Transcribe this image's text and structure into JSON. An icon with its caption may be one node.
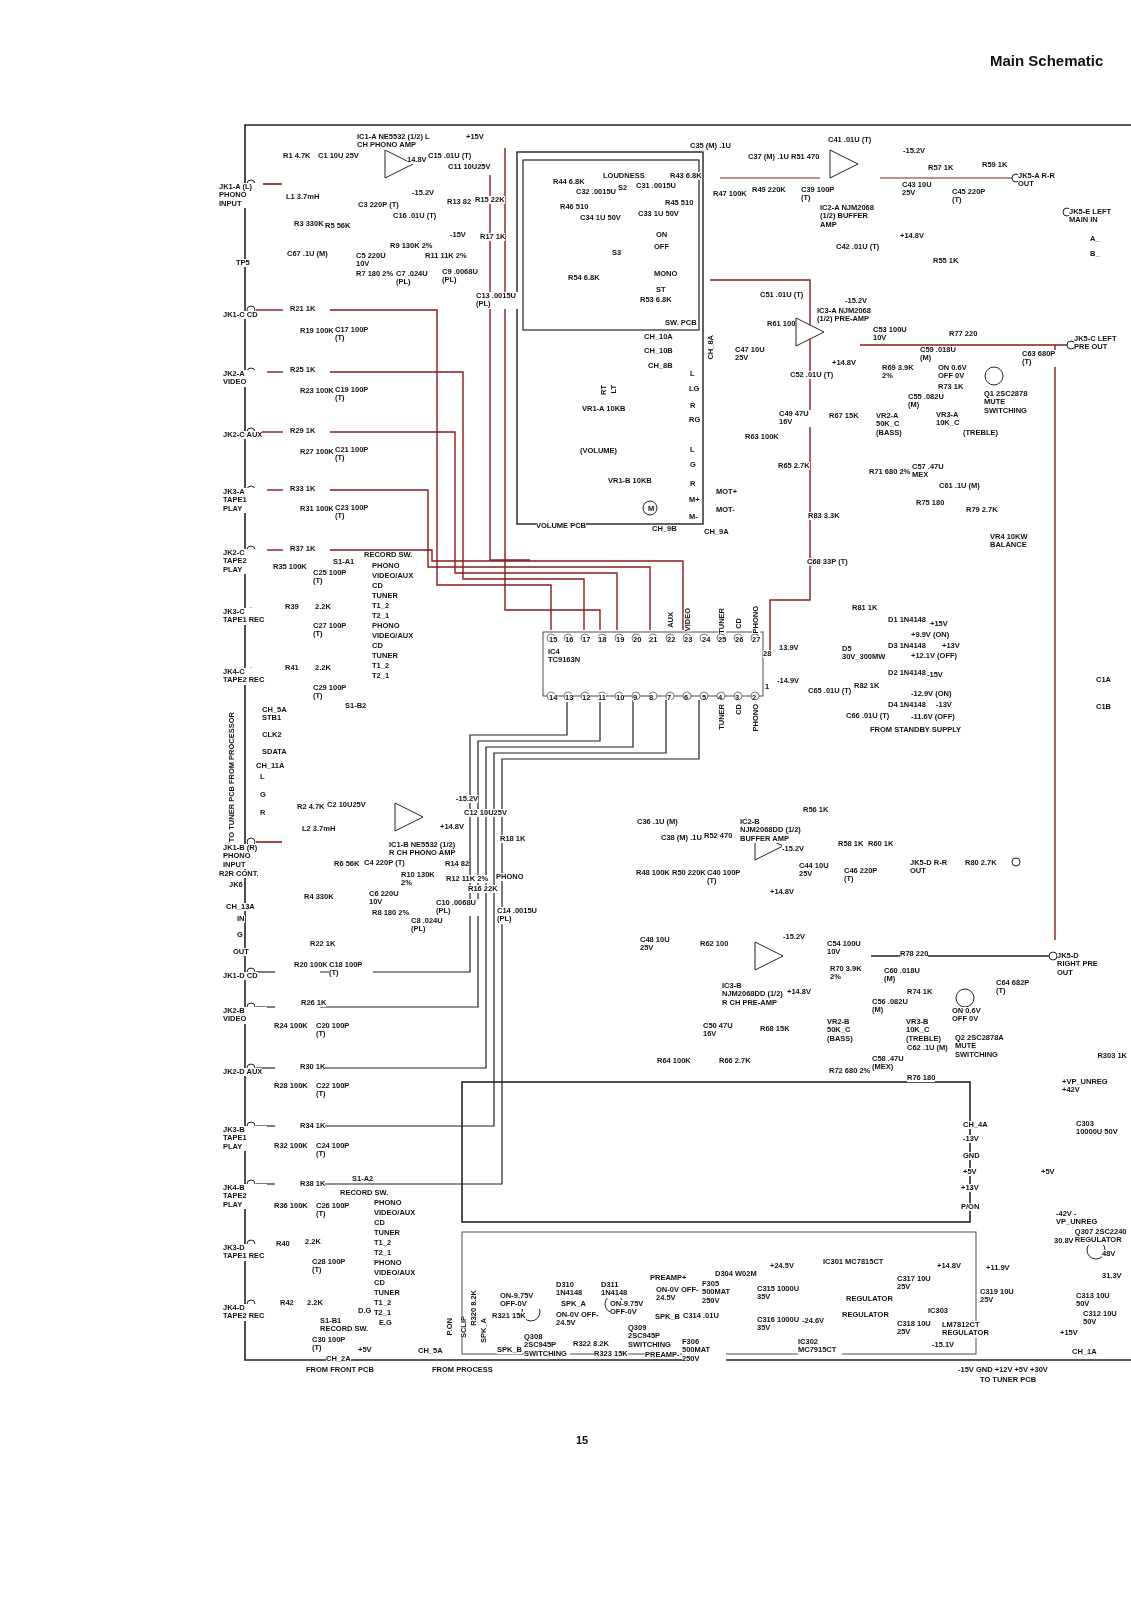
{
  "diagram": {
    "title": "Main Schematic",
    "labels": [
      "IC1-A NE5532 (1/2) L CH PHONO AMP",
      "+15V",
      "C15 .01U (T)",
      "14.8V",
      "R1 4.7K",
      "C1 10U 25V",
      "JK1-A (L) PHONO INPUT",
      "L1 3.7mH",
      "C11 10U25V",
      "-15.2V",
      "C3 220P (T)",
      "C16 .01U (T)",
      "R13 82",
      "R15 22K",
      "R3 330K",
      "R5 56K",
      "-15V",
      "R17 1K",
      "R9 130K 2%",
      "R11 11K 2%",
      "C67 .1U (M)",
      "C5 220U 10V",
      "TP5",
      "R7 180 2%",
      "C7 .024U (PL)",
      "C9 .0068U (PL)",
      "C13 .0015U (PL)",
      "JK1-C CD",
      "R21 1K",
      "R19 100K",
      "C17 100P (T)",
      "JK2-A VIDEO",
      "R25 1K",
      "R23 100K",
      "C19 100P (T)",
      "JK2-C AUX",
      "R29 1K",
      "R27 100K",
      "C21 100P (T)",
      "JK3-A TAPE1 PLAY",
      "R33 1K",
      "R31 100K",
      "C23 100P (T)",
      "JK2-C TAPE2 PLAY",
      "R37 1K",
      "RECORD SW.",
      "S1-A1",
      "R35 100K",
      "C25 100P (T)",
      "PHONO",
      "VIDEO/AUX",
      "CD",
      "TUNER",
      "T1_2",
      "T2_1",
      "JK3-C TAPE1 REC",
      "R39",
      "2.2K",
      "C27 100P (T)",
      "PHONO",
      "VIDEO/AUX",
      "CD",
      "TUNER",
      "T1_2",
      "T2_1",
      "JK4-C TAPE2 REC",
      "R41",
      "2.2K",
      "C29 100P (T)",
      "S1-B2",
      "CH_5A STB1",
      "FROM PROCESSOR",
      "CLK2",
      "SDATA",
      "CH_11A",
      "L",
      "TO TUNER PCB",
      "G",
      "R",
      "R2 4.7K",
      "C2 10U25V",
      "-15.2V",
      "+14.8V",
      "C12 10U25V",
      "L2 3.7mH",
      "JK1-B (R) PHONO INPUT",
      "IC1-B NE5532 (1/2) R CH PHONO AMP",
      "R18 1K",
      "R6 56K",
      "C4 220P (T)",
      "R14 82",
      "R2R CONT.",
      "PHONO",
      "R10 130K 2%",
      "R12 11K 2%",
      "JK6",
      "R16 22K",
      "C6 220U 10V",
      "R4 330K",
      "CH_13A",
      "R8 180 2%",
      "C8 .024U (PL)",
      "C10 .0068U (PL)",
      "C14 .0015U (PL)",
      "IN",
      "G",
      "OUT",
      "R22 1K",
      "R20 100K",
      "C18 100P (T)",
      "JK1-D CD",
      "JK2-B VIDEO",
      "R26 1K",
      "R24 100K",
      "C20 100P (T)",
      "JK2-D AUX",
      "R30 1K",
      "R28 100K",
      "C22 100P (T)",
      "JK3-B TAPE1 PLAY",
      "R34 1K",
      "R32 100K",
      "C24 100P (T)",
      "JK4-B TAPE2 PLAY",
      "R38 1K",
      "S1-A2",
      "RECORD SW.",
      "R36 100K",
      "C26 100P (T)",
      "PHONO",
      "VIDEO/AUX",
      "CD",
      "TUNER",
      "T1_2",
      "T2_1",
      "JK3-D TAPE1 REC",
      "R40",
      "2.2K",
      "C28 100P (T)",
      "PHONO",
      "VIDEO/AUX",
      "CD",
      "TUNER",
      "T1_2",
      "T2_1",
      "JK4-D TAPE2 REC",
      "R42",
      "2.2K",
      "S1-B1 RECORD SW.",
      "C30 100P (T)",
      "+5V",
      "D.G",
      "E.G",
      "CH_2A",
      "FROM FRONT PCB",
      "CH_5A",
      "P.ON",
      "SCLIP",
      "R320 8.2K",
      "SPK_A",
      "R321 15K",
      "SPK_B",
      "FROM PROCESS",
      "C35 (M) .1U",
      "C37 (M) .1U",
      "R51 470",
      "R47 100K",
      "R49 220K",
      "C39 100P (T)",
      "LOUDNESS",
      "R44 6.8K",
      "C32 .0015U",
      "S2",
      "C31 .0015U",
      "R43 6.8K",
      "R46 510",
      "C34 1U 50V",
      "C33 1U 50V",
      "R45 510",
      "ON",
      "OFF",
      "S3",
      "MONO",
      "R54 6.8K",
      "ST",
      "R53 6.8K",
      "SW. PCB",
      "CH_10A",
      "CH_10B",
      "CH_8B",
      "CH_8A",
      "L",
      "LG",
      "RT",
      "LT",
      "R",
      "VR1-A 10KB",
      "RG",
      "(VOLUME)",
      "L",
      "G",
      "VR1-B 10KB",
      "R",
      "MOT+",
      "M+",
      "M",
      "MOT-",
      "M-",
      "VOLUME PCB",
      "CH_9B",
      "CH_9A",
      "C51 .01U (T)",
      "IC3-A NJM2068 (1/2) PRE-AMP",
      "R61 100",
      "C47 10U 25V",
      "C52 .01U (T)",
      "C49 47U 16V",
      "R63 100K",
      "R65 2.7K",
      "R83 3.3K",
      "C68 33P (T)",
      "IC4 TC9163N",
      "15",
      "16",
      "17",
      "18",
      "19",
      "20",
      "21",
      "22",
      "23",
      "24",
      "25",
      "26",
      "27",
      "28",
      "14",
      "13",
      "12",
      "11",
      "10",
      "9",
      "8",
      "7",
      "6",
      "5",
      "4",
      "3",
      "2",
      "1",
      "AUX",
      "VIDEO",
      "TUNER",
      "CD",
      "PHONO",
      "TUNER",
      "CD",
      "PHONO",
      "13.9V",
      "-14.9V",
      "C65 .01U (T)",
      "C41 .01U (T)",
      "-15.2V",
      "C43 10U 25V",
      "R57 1K",
      "R59 1K",
      "IC2-A NJM2068 (1/2) BUFFER AMP",
      "C45 220P (T)",
      "JK5-A R-R OUT",
      "+14.8V",
      "C42 .01U (T)",
      "R55 1K",
      "JK5-E LEFT MAIN IN",
      "A_",
      "B_",
      "-15.2V",
      "C53 100U 10V",
      "R77 220",
      "JK5-C LEFT PRE OUT",
      "C59 .018U (M)",
      "C63 680P (T)",
      "+14.8V",
      "R69 3.9K 2%",
      "ON 0.6V OFF 0V",
      "R73 1K",
      "C55 .082U (M)",
      "Q1 2SC2878 MUTE SWITCHING",
      "R67 15K",
      "VR2-A 50K_C (BASS)",
      "VR3-A 10K_C",
      "(TREBLE)",
      "C57 .47U MEX",
      "R71 680 2%",
      "C61 .1U (M)",
      "R75 180",
      "R79 2.7K",
      "VR4 10KW BALANCE",
      "R81 1K",
      "D1 1N4148",
      "+15V",
      "+9.9V (ON)",
      "D3 1N4148",
      "+13V",
      "D5 30V_300MW",
      "+12.1V (OFF)",
      "D2 1N4148",
      "-15V",
      "R82 1K",
      "-12.9V (ON)",
      "D4 1N4148",
      "-13V",
      "C66 .01U (T)",
      "-11.6V (OFF)",
      "FROM STANDBY SUPPLY",
      "C1A",
      "C1B",
      "R56 1K",
      "IC2-B NJM2068DD (1/2) BUFFER AMP",
      "C36 .1U (M)",
      "-15.2V",
      "C38 (M) .1U",
      "R52 470",
      "C44 10U 25V",
      "R48 100K",
      "R50 220K",
      "C40 100P (T)",
      "+14.8V",
      "C48 10U 25V",
      "-15.2V",
      "R62 100",
      "IC3-B NJM2068DD (1/2) R CH PRE-AMP",
      "+14.8V",
      "C50 47U 16V",
      "R68 15K",
      "R64 100K",
      "R66 2.7K",
      "ON-9.75V OFF-0V",
      "D310 1N4148",
      "D311 1N4148",
      "PREAMP+",
      "SPK_A",
      "ON-9.75V OFF-0V",
      "ON-0V OFF-24.5V",
      "ON-0V OFF-24.5V",
      "Q308 2SC945P SWITCHING",
      "SPK_B",
      "Q309 2SC945P SWITCHING",
      "R322 8.2K",
      "R323 15K",
      "F305 500MAT 250V",
      "C314 .01U",
      "PREAMP-",
      "F306 500MAT 250V",
      "D304 W02M",
      "+24.5V",
      "C315 1000U 35V",
      "C316 1000U 35V",
      "-24.6V",
      "IC302 MC7915CT",
      "R58 1K",
      "R60 1K",
      "C46 220P (T)",
      "JK5-D R-R OUT",
      "R80 2.7K",
      "C54 100U 10V",
      "R78 220",
      "JK5-D RIGHT PRE OUT",
      "R70 3.9K 2%",
      "C60 .018U (M)",
      "C64 682P (T)",
      "R74 1K",
      "C56 .082U (M)",
      "ON 0.6V OFF 0V",
      "VR2-B 50K_C (BASS)",
      "VR3-B 10K_C (TREBLE)",
      "Q2 2SC2878A MUTE SWITCHING",
      "C62 .1U (M)",
      "C58 .47U (MEX)",
      "R72 680 2%",
      "R76 180",
      "R303 1K",
      "+VP_UNREG +42V",
      "CH_4A",
      "C303 10000U 50V",
      "-13V",
      "GND",
      "+5V",
      "+5V",
      "+13V",
      "P/ON",
      "-42V -VP_UNREG",
      "Q307 2SC2240 REGULATOR",
      "30.8V",
      "48V",
      "IC301 MC7815CT",
      "+14.8V",
      "+11.9V",
      "31.3V",
      "C317 10U 25V",
      "C319 10U 25V",
      "C313 10U 50V",
      "C312 10U 50V",
      "REGULATOR",
      "IC303",
      "REGULATOR",
      "C318 10U 25V",
      "LM7812CT REGULATOR",
      "+15V",
      "-15.1V",
      "CH_1A",
      "-15V GND +12V +5V +30V",
      "TO TUNER PCB",
      "15"
    ]
  }
}
